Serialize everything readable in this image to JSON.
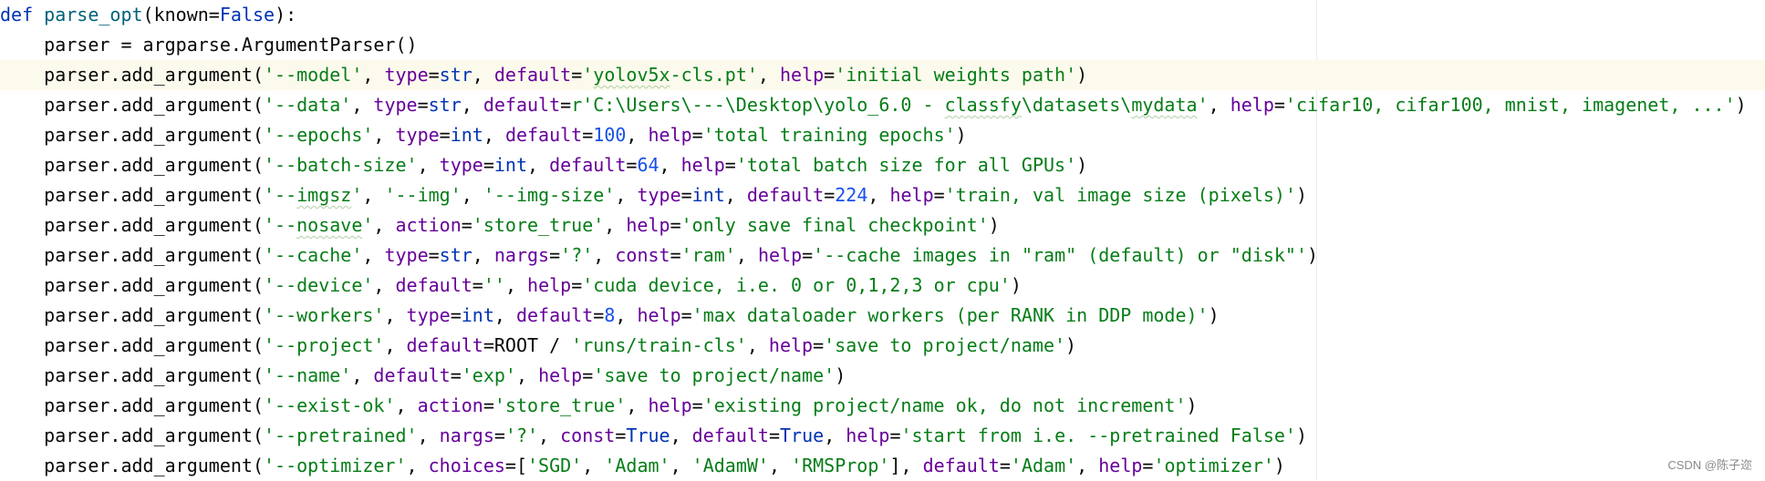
{
  "editor": {
    "current_line": 2,
    "lines": [
      [
        {
          "t": "def ",
          "c": "kw"
        },
        {
          "t": "parse_opt",
          "c": "fn"
        },
        {
          "t": "(known=",
          "c": "plain"
        },
        {
          "t": "False",
          "c": "kw"
        },
        {
          "t": "):",
          "c": "plain"
        }
      ],
      [
        {
          "t": "    parser = argparse.ArgumentParser()",
          "c": "plain"
        }
      ],
      [
        {
          "t": "    parser.add_argument(",
          "c": "plain"
        },
        {
          "t": "'--model'",
          "c": "str"
        },
        {
          "t": ", ",
          "c": "plain"
        },
        {
          "t": "type",
          "c": "param"
        },
        {
          "t": "=",
          "c": "plain"
        },
        {
          "t": "str",
          "c": "builtin"
        },
        {
          "t": ", ",
          "c": "plain"
        },
        {
          "t": "default",
          "c": "param"
        },
        {
          "t": "=",
          "c": "plain"
        },
        {
          "t": "'",
          "c": "str"
        },
        {
          "t": "yolov5x",
          "c": "str",
          "u": true
        },
        {
          "t": "-cls.pt'",
          "c": "str"
        },
        {
          "t": ", ",
          "c": "plain"
        },
        {
          "t": "help",
          "c": "param"
        },
        {
          "t": "=",
          "c": "plain"
        },
        {
          "t": "'initial weights path'",
          "c": "str"
        },
        {
          "t": ")",
          "c": "plain"
        }
      ],
      [
        {
          "t": "    parser.add_argument(",
          "c": "plain"
        },
        {
          "t": "'--data'",
          "c": "str"
        },
        {
          "t": ", ",
          "c": "plain"
        },
        {
          "t": "type",
          "c": "param"
        },
        {
          "t": "=",
          "c": "plain"
        },
        {
          "t": "str",
          "c": "builtin"
        },
        {
          "t": ", ",
          "c": "plain"
        },
        {
          "t": "default",
          "c": "param"
        },
        {
          "t": "=",
          "c": "plain"
        },
        {
          "t": "r'C:\\Users\\---\\Desktop\\yolo_6.0 - ",
          "c": "str"
        },
        {
          "t": "classfy",
          "c": "str",
          "u": true
        },
        {
          "t": "\\datasets\\",
          "c": "str"
        },
        {
          "t": "mydata",
          "c": "str",
          "u": true
        },
        {
          "t": "'",
          "c": "str"
        },
        {
          "t": ", ",
          "c": "plain"
        },
        {
          "t": "help",
          "c": "param"
        },
        {
          "t": "=",
          "c": "plain"
        },
        {
          "t": "'cifar10, cifar100, mnist, imagenet, ...'",
          "c": "str"
        },
        {
          "t": ")",
          "c": "plain"
        }
      ],
      [
        {
          "t": "    parser.add_argument(",
          "c": "plain"
        },
        {
          "t": "'--epochs'",
          "c": "str"
        },
        {
          "t": ", ",
          "c": "plain"
        },
        {
          "t": "type",
          "c": "param"
        },
        {
          "t": "=",
          "c": "plain"
        },
        {
          "t": "int",
          "c": "builtin"
        },
        {
          "t": ", ",
          "c": "plain"
        },
        {
          "t": "default",
          "c": "param"
        },
        {
          "t": "=",
          "c": "plain"
        },
        {
          "t": "100",
          "c": "num"
        },
        {
          "t": ", ",
          "c": "plain"
        },
        {
          "t": "help",
          "c": "param"
        },
        {
          "t": "=",
          "c": "plain"
        },
        {
          "t": "'total training epochs'",
          "c": "str"
        },
        {
          "t": ")",
          "c": "plain"
        }
      ],
      [
        {
          "t": "    parser.add_argument(",
          "c": "plain"
        },
        {
          "t": "'--batch-size'",
          "c": "str"
        },
        {
          "t": ", ",
          "c": "plain"
        },
        {
          "t": "type",
          "c": "param"
        },
        {
          "t": "=",
          "c": "plain"
        },
        {
          "t": "int",
          "c": "builtin"
        },
        {
          "t": ", ",
          "c": "plain"
        },
        {
          "t": "default",
          "c": "param"
        },
        {
          "t": "=",
          "c": "plain"
        },
        {
          "t": "64",
          "c": "num"
        },
        {
          "t": ", ",
          "c": "plain"
        },
        {
          "t": "help",
          "c": "param"
        },
        {
          "t": "=",
          "c": "plain"
        },
        {
          "t": "'total batch size for all GPUs'",
          "c": "str"
        },
        {
          "t": ")",
          "c": "plain"
        }
      ],
      [
        {
          "t": "    parser.add_argument(",
          "c": "plain"
        },
        {
          "t": "'--",
          "c": "str"
        },
        {
          "t": "imgsz",
          "c": "str",
          "u": true
        },
        {
          "t": "'",
          "c": "str"
        },
        {
          "t": ", ",
          "c": "plain"
        },
        {
          "t": "'--img'",
          "c": "str"
        },
        {
          "t": ", ",
          "c": "plain"
        },
        {
          "t": "'--img-size'",
          "c": "str"
        },
        {
          "t": ", ",
          "c": "plain"
        },
        {
          "t": "type",
          "c": "param"
        },
        {
          "t": "=",
          "c": "plain"
        },
        {
          "t": "int",
          "c": "builtin"
        },
        {
          "t": ", ",
          "c": "plain"
        },
        {
          "t": "default",
          "c": "param"
        },
        {
          "t": "=",
          "c": "plain"
        },
        {
          "t": "224",
          "c": "num"
        },
        {
          "t": ", ",
          "c": "plain"
        },
        {
          "t": "help",
          "c": "param"
        },
        {
          "t": "=",
          "c": "plain"
        },
        {
          "t": "'train, val image size (pixels)'",
          "c": "str"
        },
        {
          "t": ")",
          "c": "plain"
        }
      ],
      [
        {
          "t": "    parser.add_argument(",
          "c": "plain"
        },
        {
          "t": "'--",
          "c": "str"
        },
        {
          "t": "nosave",
          "c": "str",
          "u": true
        },
        {
          "t": "'",
          "c": "str"
        },
        {
          "t": ", ",
          "c": "plain"
        },
        {
          "t": "action",
          "c": "param"
        },
        {
          "t": "=",
          "c": "plain"
        },
        {
          "t": "'store_true'",
          "c": "str"
        },
        {
          "t": ", ",
          "c": "plain"
        },
        {
          "t": "help",
          "c": "param"
        },
        {
          "t": "=",
          "c": "plain"
        },
        {
          "t": "'only save final checkpoint'",
          "c": "str"
        },
        {
          "t": ")",
          "c": "plain"
        }
      ],
      [
        {
          "t": "    parser.add_argument(",
          "c": "plain"
        },
        {
          "t": "'--cache'",
          "c": "str"
        },
        {
          "t": ", ",
          "c": "plain"
        },
        {
          "t": "type",
          "c": "param"
        },
        {
          "t": "=",
          "c": "plain"
        },
        {
          "t": "str",
          "c": "builtin"
        },
        {
          "t": ", ",
          "c": "plain"
        },
        {
          "t": "nargs",
          "c": "param"
        },
        {
          "t": "=",
          "c": "plain"
        },
        {
          "t": "'?'",
          "c": "str"
        },
        {
          "t": ", ",
          "c": "plain"
        },
        {
          "t": "const",
          "c": "param"
        },
        {
          "t": "=",
          "c": "plain"
        },
        {
          "t": "'ram'",
          "c": "str"
        },
        {
          "t": ", ",
          "c": "plain"
        },
        {
          "t": "help",
          "c": "param"
        },
        {
          "t": "=",
          "c": "plain"
        },
        {
          "t": "'--cache images in \"ram\" (default) or \"disk\"'",
          "c": "str"
        },
        {
          "t": ")",
          "c": "plain"
        }
      ],
      [
        {
          "t": "    parser.add_argument(",
          "c": "plain"
        },
        {
          "t": "'--device'",
          "c": "str"
        },
        {
          "t": ", ",
          "c": "plain"
        },
        {
          "t": "default",
          "c": "param"
        },
        {
          "t": "=",
          "c": "plain"
        },
        {
          "t": "''",
          "c": "str"
        },
        {
          "t": ", ",
          "c": "plain"
        },
        {
          "t": "help",
          "c": "param"
        },
        {
          "t": "=",
          "c": "plain"
        },
        {
          "t": "'cuda device, i.e. 0 or 0,1,2,3 or cpu'",
          "c": "str"
        },
        {
          "t": ")",
          "c": "plain"
        }
      ],
      [
        {
          "t": "    parser.add_argument(",
          "c": "plain"
        },
        {
          "t": "'--workers'",
          "c": "str"
        },
        {
          "t": ", ",
          "c": "plain"
        },
        {
          "t": "type",
          "c": "param"
        },
        {
          "t": "=",
          "c": "plain"
        },
        {
          "t": "int",
          "c": "builtin"
        },
        {
          "t": ", ",
          "c": "plain"
        },
        {
          "t": "default",
          "c": "param"
        },
        {
          "t": "=",
          "c": "plain"
        },
        {
          "t": "8",
          "c": "num"
        },
        {
          "t": ", ",
          "c": "plain"
        },
        {
          "t": "help",
          "c": "param"
        },
        {
          "t": "=",
          "c": "plain"
        },
        {
          "t": "'max dataloader workers (per RANK in DDP mode)'",
          "c": "str"
        },
        {
          "t": ")",
          "c": "plain"
        }
      ],
      [
        {
          "t": "    parser.add_argument(",
          "c": "plain"
        },
        {
          "t": "'--project'",
          "c": "str"
        },
        {
          "t": ", ",
          "c": "plain"
        },
        {
          "t": "default",
          "c": "param"
        },
        {
          "t": "=ROOT / ",
          "c": "plain"
        },
        {
          "t": "'runs/train-cls'",
          "c": "str"
        },
        {
          "t": ", ",
          "c": "plain"
        },
        {
          "t": "help",
          "c": "param"
        },
        {
          "t": "=",
          "c": "plain"
        },
        {
          "t": "'save to project/name'",
          "c": "str"
        },
        {
          "t": ")",
          "c": "plain"
        }
      ],
      [
        {
          "t": "    parser.add_argument(",
          "c": "plain"
        },
        {
          "t": "'--name'",
          "c": "str"
        },
        {
          "t": ", ",
          "c": "plain"
        },
        {
          "t": "default",
          "c": "param"
        },
        {
          "t": "=",
          "c": "plain"
        },
        {
          "t": "'exp'",
          "c": "str"
        },
        {
          "t": ", ",
          "c": "plain"
        },
        {
          "t": "help",
          "c": "param"
        },
        {
          "t": "=",
          "c": "plain"
        },
        {
          "t": "'save to project/name'",
          "c": "str"
        },
        {
          "t": ")",
          "c": "plain"
        }
      ],
      [
        {
          "t": "    parser.add_argument(",
          "c": "plain"
        },
        {
          "t": "'--exist-ok'",
          "c": "str"
        },
        {
          "t": ", ",
          "c": "plain"
        },
        {
          "t": "action",
          "c": "param"
        },
        {
          "t": "=",
          "c": "plain"
        },
        {
          "t": "'store_true'",
          "c": "str"
        },
        {
          "t": ", ",
          "c": "plain"
        },
        {
          "t": "help",
          "c": "param"
        },
        {
          "t": "=",
          "c": "plain"
        },
        {
          "t": "'existing project/name ok, do not increment'",
          "c": "str"
        },
        {
          "t": ")",
          "c": "plain"
        }
      ],
      [
        {
          "t": "    parser.add_argument(",
          "c": "plain"
        },
        {
          "t": "'--pretrained'",
          "c": "str"
        },
        {
          "t": ", ",
          "c": "plain"
        },
        {
          "t": "nargs",
          "c": "param"
        },
        {
          "t": "=",
          "c": "plain"
        },
        {
          "t": "'?'",
          "c": "str"
        },
        {
          "t": ", ",
          "c": "plain"
        },
        {
          "t": "const",
          "c": "param"
        },
        {
          "t": "=",
          "c": "plain"
        },
        {
          "t": "True",
          "c": "kw"
        },
        {
          "t": ", ",
          "c": "plain"
        },
        {
          "t": "default",
          "c": "param"
        },
        {
          "t": "=",
          "c": "plain"
        },
        {
          "t": "True",
          "c": "kw"
        },
        {
          "t": ", ",
          "c": "plain"
        },
        {
          "t": "help",
          "c": "param"
        },
        {
          "t": "=",
          "c": "plain"
        },
        {
          "t": "'start from i.e. --pretrained False'",
          "c": "str"
        },
        {
          "t": ")",
          "c": "plain"
        }
      ],
      [
        {
          "t": "    parser.add_argument(",
          "c": "plain"
        },
        {
          "t": "'--optimizer'",
          "c": "str"
        },
        {
          "t": ", ",
          "c": "plain"
        },
        {
          "t": "choices",
          "c": "param"
        },
        {
          "t": "=[",
          "c": "plain"
        },
        {
          "t": "'SGD'",
          "c": "str"
        },
        {
          "t": ", ",
          "c": "plain"
        },
        {
          "t": "'Adam'",
          "c": "str"
        },
        {
          "t": ", ",
          "c": "plain"
        },
        {
          "t": "'AdamW'",
          "c": "str"
        },
        {
          "t": ", ",
          "c": "plain"
        },
        {
          "t": "'RMSProp'",
          "c": "str"
        },
        {
          "t": "], ",
          "c": "plain"
        },
        {
          "t": "default",
          "c": "param"
        },
        {
          "t": "=",
          "c": "plain"
        },
        {
          "t": "'Adam'",
          "c": "str"
        },
        {
          "t": ", ",
          "c": "plain"
        },
        {
          "t": "help",
          "c": "param"
        },
        {
          "t": "=",
          "c": "plain"
        },
        {
          "t": "'optimizer'",
          "c": "str"
        },
        {
          "t": ")",
          "c": "plain"
        }
      ]
    ]
  },
  "watermark": "CSDN @陈子迩",
  "colors": {
    "background": "#ffffff",
    "current_line": "#fcfaed",
    "keyword": "#0033b3",
    "function": "#00627a",
    "string": "#067d17",
    "number": "#1750eb",
    "parameter": "#660099",
    "text": "#080808"
  }
}
